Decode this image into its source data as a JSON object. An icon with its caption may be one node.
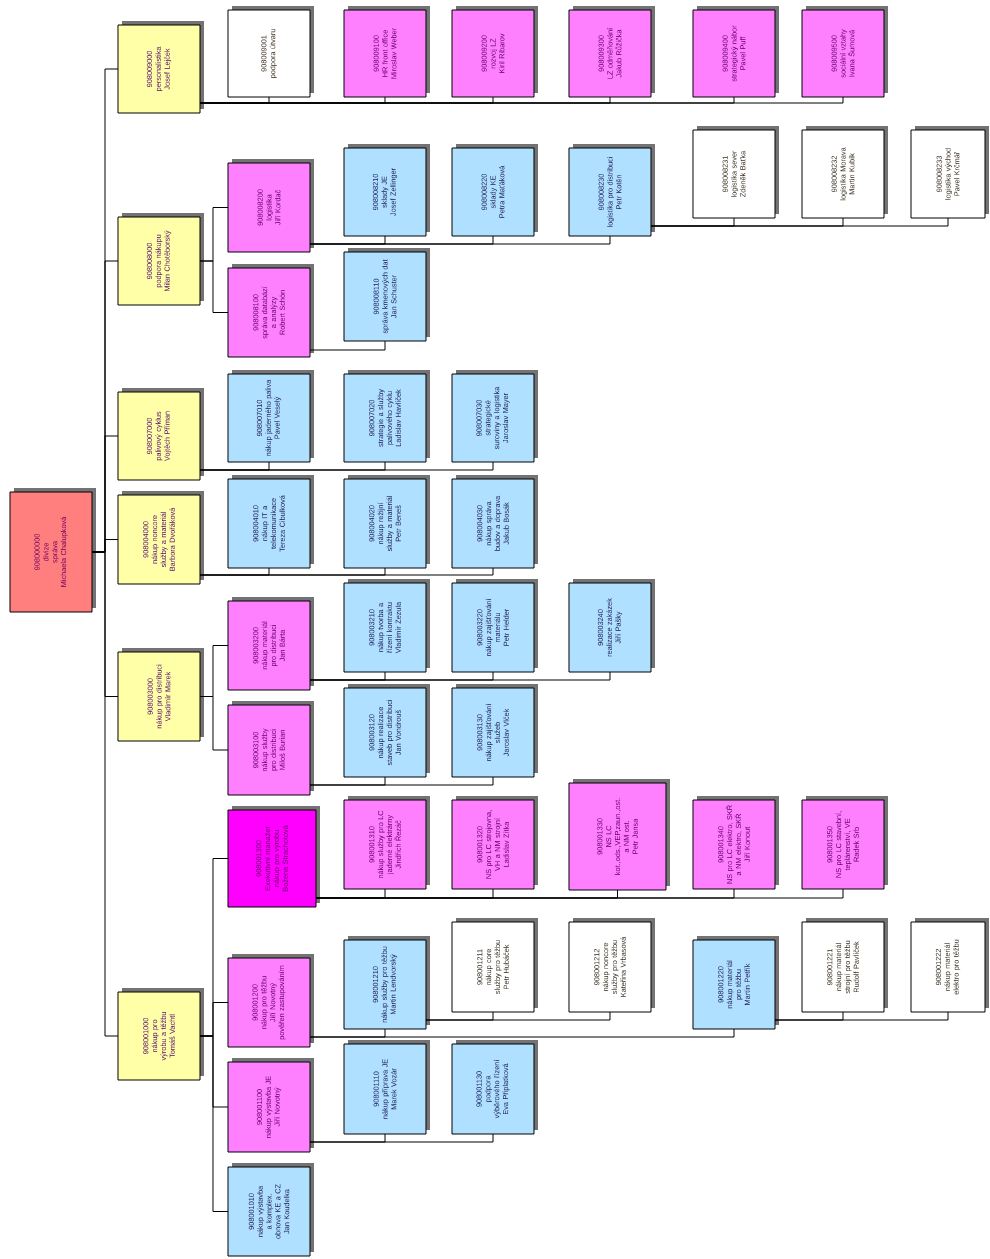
{
  "diagram": {
    "nodes": [
      {
        "text": [
          "908000000",
          "divize",
          "správa",
          "Michaela Chalupková"
        ]
      },
      {
        "text": [
          "908009000",
          "personalistika",
          "Josef Lejček"
        ]
      },
      {
        "text": [
          "908008000",
          "podpora nákupu",
          "Milan Chotěborský"
        ]
      },
      {
        "text": [
          "908007000",
          "palivový cyklus",
          "Vojtěch Příman"
        ]
      },
      {
        "text": [
          "908004000",
          "nákup noncore služby a materiál",
          "Barbora Dvořáková"
        ]
      },
      {
        "text": [
          "908003000",
          "nákup pro distribuci",
          "Vladimír Marek"
        ]
      },
      {
        "text": [
          "908001000",
          "nákup pro výrobu a těžbu",
          "Tomáš Vachtl"
        ]
      },
      {
        "text": [
          "908009001",
          "podpora útvaru"
        ]
      },
      {
        "text": [
          "908009100",
          "HR front office",
          "Miroslav Weber"
        ]
      },
      {
        "text": [
          "908009200",
          "rozvoj LZ",
          "Kiril Ribarov"
        ]
      },
      {
        "text": [
          "908009300",
          "LZ odměňování",
          "Jakub Růžička"
        ]
      },
      {
        "text": [
          "908009400",
          "strategický nábor",
          "Pavel Puff"
        ]
      },
      {
        "text": [
          "908009500",
          "sociální vztahy",
          "Ivana Šumová"
        ]
      },
      {
        "text": [
          "908008200",
          "logistika",
          "Jiří Kordač"
        ]
      },
      {
        "text": [
          "908008100",
          "správa databází a analýzy",
          "Robert Schön"
        ]
      },
      {
        "text": [
          "908008210",
          "sklady JE",
          "Josef Zellinger"
        ]
      },
      {
        "text": [
          "908008220",
          "sklady KE",
          "Petra Maťáková"
        ]
      },
      {
        "text": [
          "908008230",
          "logistika pro distribuci",
          "Petr Kotěn"
        ]
      },
      {
        "text": [
          "908008231",
          "logistika sever",
          "Zdeněk Baťka"
        ]
      },
      {
        "text": [
          "908008232",
          "logistika Morava",
          "Martin Kubík"
        ]
      },
      {
        "text": [
          "908008233",
          "logistika východ",
          "Pavel Krčmář"
        ]
      },
      {
        "text": [
          "908008110",
          "správa kmenových dat",
          "Jan Schuster"
        ]
      },
      {
        "text": [
          "908007010",
          "nákup jaderného paliva",
          "Pavel Veselý"
        ]
      },
      {
        "text": [
          "908007020",
          "strategie a služby palivového cyklu",
          "Ladislav Havlíček"
        ]
      },
      {
        "text": [
          "908007030",
          "strategické suroviny a logistika",
          "Jaroslav Mayer"
        ]
      },
      {
        "text": [
          "908004010",
          "nákup IT a telekomunikace",
          "Tereza Cibulková"
        ]
      },
      {
        "text": [
          "908004020",
          "nákup režijní služby a materiál",
          "Petr Beneš"
        ]
      },
      {
        "text": [
          "908004030",
          "nákup správa budov a doprava",
          "Jakub Bosák"
        ]
      },
      {
        "text": [
          "908003200",
          "nákup materiál pro distribuci",
          "Jan Bárta"
        ]
      },
      {
        "text": [
          "908003100",
          "nákup služby pro distribuci",
          "Miloš Burian"
        ]
      },
      {
        "text": [
          "908003210",
          "nákup tvorba a řízení kontraktu",
          "Vladimír Zezula"
        ]
      },
      {
        "text": [
          "908003220",
          "nákup zajišťování materiálu",
          "Petr Helder"
        ]
      },
      {
        "text": [
          "908003240",
          "realizace zakázek",
          "Jiří Pašky"
        ]
      },
      {
        "text": [
          "908003120",
          "nákup realizace staveb pro distribuci",
          "Jan Vondrouš"
        ]
      },
      {
        "text": [
          "908003130",
          "nákup zajišťování služeb",
          "Jaroslav Vlček"
        ]
      },
      {
        "text": [
          "908001300",
          "Exekutivní manažer",
          "nákup pro výrobu",
          "Božena Strachotová"
        ]
      },
      {
        "text": [
          "908001200",
          "nákup pro těžbu",
          "Jiří Novotný",
          "pověřen zastupováním"
        ]
      },
      {
        "text": [
          "908001100",
          "nákup výstavba JE",
          "Jiří Novotný"
        ]
      },
      {
        "text": [
          "908001010",
          "nákup výstavba a komplex. obnova KE a CZ",
          "Jan Koudelka"
        ]
      },
      {
        "text": [
          "908001310",
          "nákup služby pro LC jaderné elektrárny",
          "Jindřich Řezáč"
        ]
      },
      {
        "text": [
          "908001320",
          "NS pro LC strojovna, VH a NM strojní",
          "Ladislav Zítka"
        ]
      },
      {
        "text": [
          "908001330",
          "NS LC",
          "kot.,ods.,VEP,zaun.,ost. a NM ost.",
          "Petr Jansa"
        ]
      },
      {
        "text": [
          "908001340",
          "NS pro LC elektro, SKŘ a NM elektro, SKŘ",
          "Jiří Konout"
        ]
      },
      {
        "text": [
          "908001350",
          "NS pro LC stavební, teplárenství, VE",
          "Radek Srb"
        ]
      },
      {
        "text": [
          "908001210",
          "nákup služby pro těžbu",
          "Martin Lendvorský"
        ]
      },
      {
        "text": [
          "908001220",
          "nákup materiál pro těžbu",
          "Martin Petřík"
        ]
      },
      {
        "text": [
          "908001211",
          "nákup core služby pro těžbu",
          "Petr Hubáček"
        ]
      },
      {
        "text": [
          "908001212",
          "nákup noncore služby pro těžbu",
          "Kateřina Vrbasová"
        ]
      },
      {
        "text": [
          "908001221",
          "nákup materiál strojní pro těžbu",
          "Rudolf Pavlíček"
        ]
      },
      {
        "text": [
          "908001222",
          "nákup materiál elektro pro těžbu"
        ]
      },
      {
        "text": [
          "908001110",
          "nákup příprava JE",
          "Marek Vozár"
        ]
      },
      {
        "text": [
          "908001130",
          "podpora výběrového řízení",
          "Eva Připlatková"
        ]
      }
    ],
    "edges": [
      {
        "from": 0,
        "to": 1,
        "arrow": "none"
      },
      {
        "from": 0,
        "to": 2,
        "arrow": "none"
      },
      {
        "from": 0,
        "to": 3,
        "arrow": "none"
      },
      {
        "from": 0,
        "to": 4,
        "arrow": "none"
      },
      {
        "from": 0,
        "to": 5,
        "arrow": "none"
      },
      {
        "from": 0,
        "to": 6,
        "arrow": "none"
      },
      {
        "from": 1,
        "to": 7,
        "arrow": "none"
      },
      {
        "from": 1,
        "to": 8,
        "arrow": "none"
      },
      {
        "from": 1,
        "to": 9,
        "arrow": "none"
      },
      {
        "from": 1,
        "to": 10,
        "arrow": "none"
      },
      {
        "from": 1,
        "to": 11,
        "arrow": "none"
      },
      {
        "from": 1,
        "to": 12,
        "arrow": "none"
      },
      {
        "from": 2,
        "to": 13,
        "arrow": "none"
      },
      {
        "from": 2,
        "to": 14,
        "arrow": "none"
      },
      {
        "from": 13,
        "to": 15,
        "arrow": "none"
      },
      {
        "from": 13,
        "to": 16,
        "arrow": "none"
      },
      {
        "from": 13,
        "to": 17,
        "arrow": "none"
      },
      {
        "from": 17,
        "to": 18,
        "arrow": "none"
      },
      {
        "from": 17,
        "to": 19,
        "arrow": "none"
      },
      {
        "from": 17,
        "to": 20,
        "arrow": "none"
      },
      {
        "from": 14,
        "to": 21,
        "arrow": "none"
      },
      {
        "from": 3,
        "to": 22,
        "arrow": "none"
      },
      {
        "from": 3,
        "to": 23,
        "arrow": "none"
      },
      {
        "from": 3,
        "to": 24,
        "arrow": "none"
      },
      {
        "from": 4,
        "to": 25,
        "arrow": "none"
      },
      {
        "from": 4,
        "to": 26,
        "arrow": "none"
      },
      {
        "from": 4,
        "to": 27,
        "arrow": "none"
      },
      {
        "from": 5,
        "to": 28,
        "arrow": "none"
      },
      {
        "from": 5,
        "to": 29,
        "arrow": "none"
      },
      {
        "from": 28,
        "to": 30,
        "arrow": "none"
      },
      {
        "from": 28,
        "to": 31,
        "arrow": "none"
      },
      {
        "from": 28,
        "to": 32,
        "arrow": "none"
      },
      {
        "from": 29,
        "to": 33,
        "arrow": "none"
      },
      {
        "from": 29,
        "to": 34,
        "arrow": "none"
      },
      {
        "from": 6,
        "to": 35,
        "arrow": "none"
      },
      {
        "from": 6,
        "to": 36,
        "arrow": "none"
      },
      {
        "from": 6,
        "to": 37,
        "arrow": "none"
      },
      {
        "from": 6,
        "to": 38,
        "arrow": "none"
      },
      {
        "from": 35,
        "to": 39,
        "arrow": "none"
      },
      {
        "from": 35,
        "to": 40,
        "arrow": "none"
      },
      {
        "from": 35,
        "to": 41,
        "arrow": "none"
      },
      {
        "from": 35,
        "to": 42,
        "arrow": "none"
      },
      {
        "from": 35,
        "to": 43,
        "arrow": "none"
      },
      {
        "from": 36,
        "to": 44,
        "arrow": "none"
      },
      {
        "from": 36,
        "to": 45,
        "arrow": "none"
      },
      {
        "from": 44,
        "to": 46,
        "arrow": "none"
      },
      {
        "from": 44,
        "to": 47,
        "arrow": "none"
      },
      {
        "from": 45,
        "to": 48,
        "arrow": "none"
      },
      {
        "from": 45,
        "to": 49,
        "arrow": "none"
      },
      {
        "from": 37,
        "to": 50,
        "arrow": "none"
      },
      {
        "from": 37,
        "to": 51,
        "arrow": "none"
      }
    ]
  }
}
